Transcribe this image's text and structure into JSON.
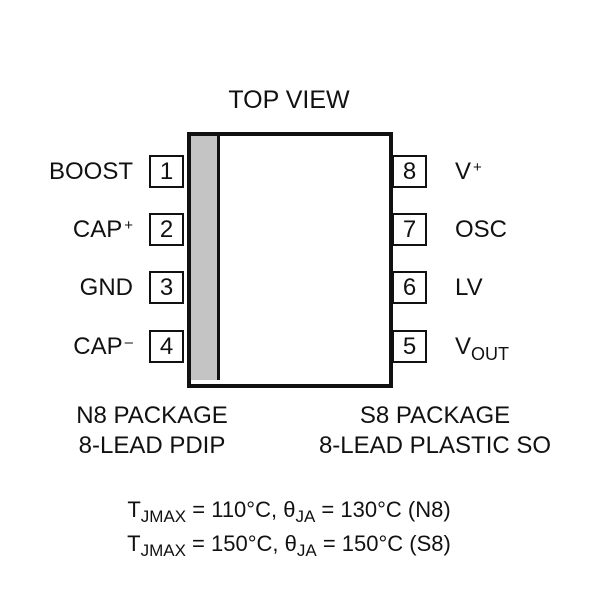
{
  "title": "TOP VIEW",
  "pins_left": [
    {
      "num": "1",
      "name": "BOOST",
      "sup": "",
      "sub": ""
    },
    {
      "num": "2",
      "name": "CAP",
      "sup": "+",
      "sub": ""
    },
    {
      "num": "3",
      "name": "GND",
      "sup": "",
      "sub": ""
    },
    {
      "num": "4",
      "name": "CAP",
      "sup": "–",
      "sub": ""
    }
  ],
  "pins_right": [
    {
      "num": "8",
      "name": "V",
      "sup": "+",
      "sub": ""
    },
    {
      "num": "7",
      "name": "OSC",
      "sup": "",
      "sub": ""
    },
    {
      "num": "6",
      "name": "LV",
      "sup": "",
      "sub": ""
    },
    {
      "num": "5",
      "name": "V",
      "sup": "",
      "sub": "OUT"
    }
  ],
  "packages": {
    "n8": {
      "line1": "N8 PACKAGE",
      "line2": "8-LEAD PDIP"
    },
    "s8": {
      "line1": "S8 PACKAGE",
      "line2": "8-LEAD PLASTIC SO"
    }
  },
  "thermal": [
    {
      "t": "T",
      "t_sub": "JMAX",
      "t_val": " = 110°C, ",
      "theta": "θ",
      "theta_sub": "JA",
      "theta_val": " = 130°C (N8)"
    },
    {
      "t": "T",
      "t_sub": "JMAX",
      "t_val": " = 150°C, ",
      "theta": "θ",
      "theta_sub": "JA",
      "theta_val": " = 150°C (S8)"
    }
  ]
}
